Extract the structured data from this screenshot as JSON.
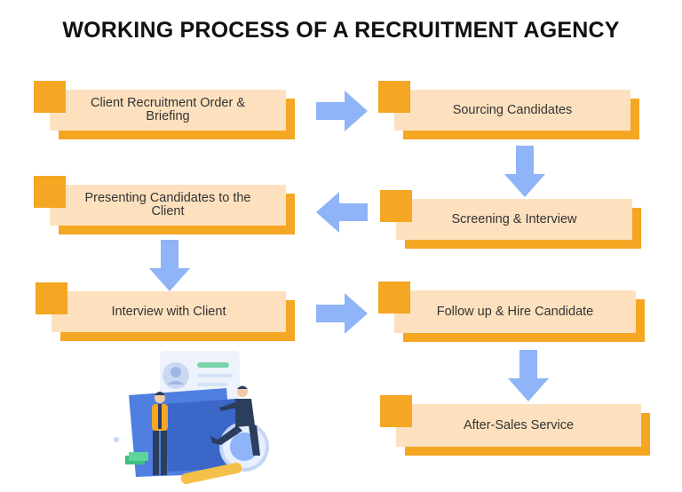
{
  "title": "WORKING PROCESS OF A RECRUITMENT AGENCY",
  "steps": [
    {
      "label": "Client Recruitment Order & Briefing"
    },
    {
      "label": "Sourcing Candidates"
    },
    {
      "label": "Screening & Interview"
    },
    {
      "label": "Presenting Candidates to the Client"
    },
    {
      "label": "Interview with Client"
    },
    {
      "label": "Follow up & Hire Candidate"
    },
    {
      "label": "After-Sales Service"
    }
  ],
  "colors": {
    "box_fill": "#fde1bf",
    "accent": "#f5a623",
    "arrow": "#8fb4f7"
  }
}
